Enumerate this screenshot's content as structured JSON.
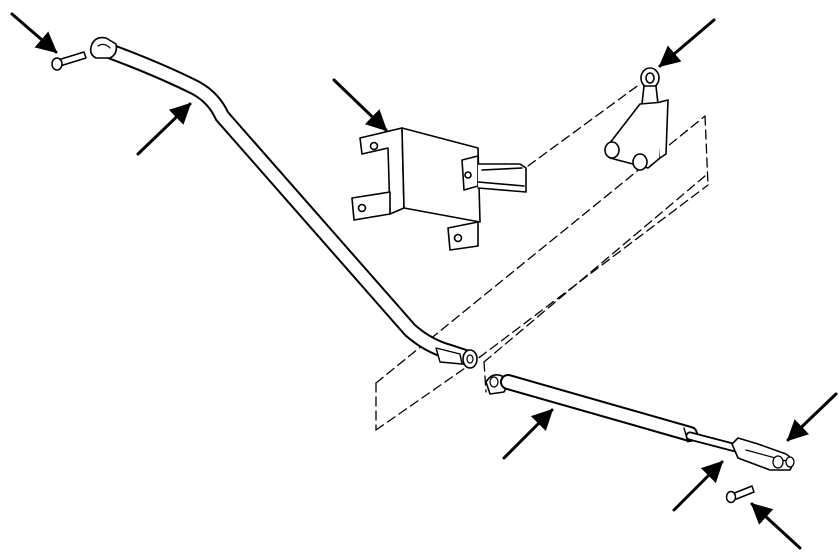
{
  "colors": {
    "ink": "#000000",
    "background": "#ffffff"
  },
  "parts": [
    {
      "id": "long-rod",
      "icon": "bent-rod"
    },
    {
      "id": "mounting-bracket",
      "icon": "bracket"
    },
    {
      "id": "bellcrank-lever",
      "icon": "lever"
    },
    {
      "id": "short-rod",
      "icon": "rod-with-clevis"
    },
    {
      "id": "pin-left",
      "icon": "pin"
    },
    {
      "id": "pin-right",
      "icon": "pin"
    }
  ],
  "callout_arrows": 8
}
